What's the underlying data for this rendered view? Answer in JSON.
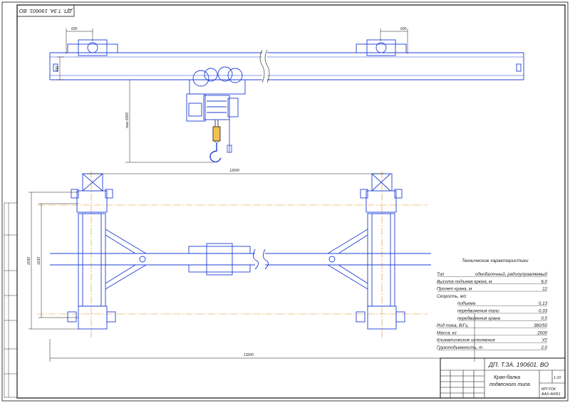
{
  "document_code": "ДП. Т.3А. 190601. ВО",
  "document_code_rotated": "ДП. Т.3А. 190601. ВО",
  "drawing_title_line1": "Кран-балка",
  "drawing_title_line2": "подвесного типа",
  "sheet_scale": "1:10",
  "organization_line1": "КРГУОК",
  "organization_line2": "ААХ-4д051",
  "dimensions": {
    "left_offset": "600",
    "right_offset": "600",
    "beam_height": "430",
    "hook_height": "max 6000",
    "span": "12000",
    "total_length": "13200",
    "width_outer": "2030",
    "width_inner": "1630"
  },
  "spec": {
    "title": "Технические характеристики",
    "rows": [
      {
        "label": "Тип",
        "value": "однобалочный, радиоуправляемый"
      },
      {
        "label": "Высота подъема крюка, м",
        "value": "6,0"
      },
      {
        "label": "Пролет крана, м",
        "value": "12"
      },
      {
        "label": "Скорость, м/с",
        "value": ""
      },
      {
        "label": "подъема",
        "value": "0,13"
      },
      {
        "label": "передвижения тали",
        "value": "0,33"
      },
      {
        "label": "передвижения крана",
        "value": "0,5"
      },
      {
        "label": "Род тока, В/Гц",
        "value": "380/50"
      },
      {
        "label": "Масса, кг",
        "value": "2000"
      },
      {
        "label": "Климатическое исполнение",
        "value": "У2"
      },
      {
        "label": "Грузоподъемность, т",
        "value": "2,0"
      }
    ]
  },
  "colors": {
    "line": "#1a1a1a",
    "machine": "#1f3fd6",
    "centerline": "#e08a1e"
  }
}
